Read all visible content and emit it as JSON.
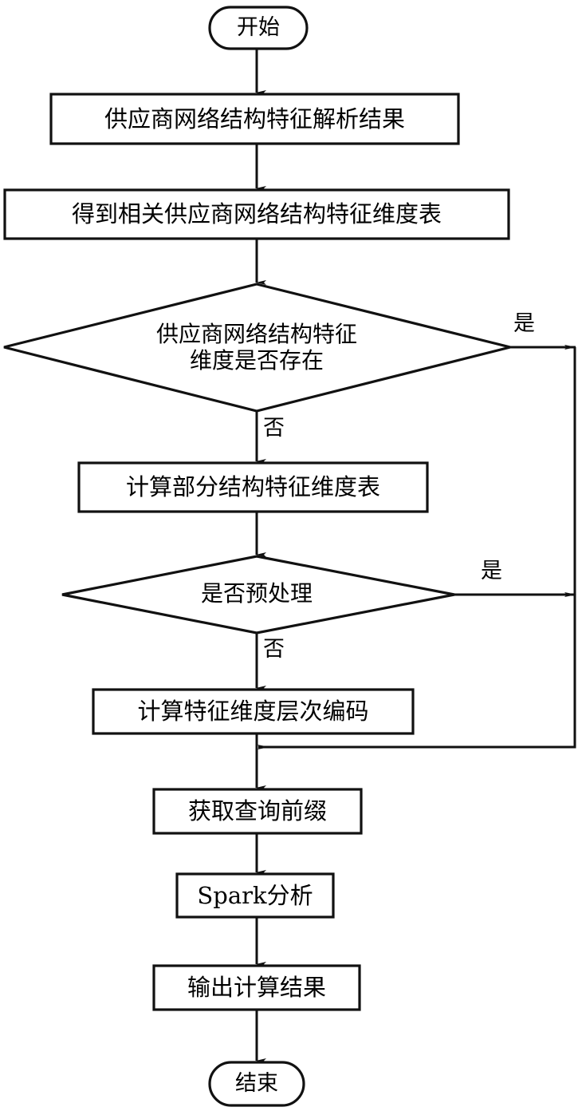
{
  "diagram": {
    "type": "flowchart",
    "orientation": "vertical",
    "language": "zh-CN",
    "stroke_color": "#111111",
    "fill_color": "#ffffff",
    "background_color": "#ffffff"
  },
  "nodes": {
    "start": {
      "label": "开始",
      "shape": "terminal"
    },
    "parse_result": {
      "label": "供应商网络结构特征解析结果",
      "shape": "process"
    },
    "dimension_table": {
      "label": "得到相关供应商网络结构特征维度表",
      "shape": "process"
    },
    "decision_dimension_exists": {
      "label": "供应商网络结构特征\n维度是否存在",
      "shape": "decision"
    },
    "partial_dimension_table": {
      "label": "计算部分结构特征维度表",
      "shape": "process"
    },
    "decision_preprocess": {
      "label": "是否预处理",
      "shape": "decision"
    },
    "level_encoding": {
      "label": "计算特征维度层次编码",
      "shape": "process"
    },
    "query_prefix": {
      "label": "获取查询前缀",
      "shape": "process"
    },
    "spark_analysis": {
      "label": "Spark分析",
      "shape": "process"
    },
    "output_result": {
      "label": "输出计算结果",
      "shape": "process"
    },
    "end": {
      "label": "结束",
      "shape": "terminal"
    }
  },
  "edge_labels": {
    "dimension_yes": "是",
    "dimension_no": "否",
    "preprocess_yes": "是",
    "preprocess_no": "否"
  },
  "edges": [
    {
      "from": "start",
      "to": "parse_result",
      "label": ""
    },
    {
      "from": "parse_result",
      "to": "dimension_table",
      "label": ""
    },
    {
      "from": "dimension_table",
      "to": "decision_dimension_exists",
      "label": ""
    },
    {
      "from": "decision_dimension_exists",
      "to": "partial_dimension_table",
      "label": "否"
    },
    {
      "from": "decision_dimension_exists",
      "to": "query_prefix",
      "label": "是"
    },
    {
      "from": "partial_dimension_table",
      "to": "decision_preprocess",
      "label": ""
    },
    {
      "from": "decision_preprocess",
      "to": "level_encoding",
      "label": "否"
    },
    {
      "from": "decision_preprocess",
      "to": "query_prefix",
      "label": "是"
    },
    {
      "from": "level_encoding",
      "to": "query_prefix",
      "label": ""
    },
    {
      "from": "query_prefix",
      "to": "spark_analysis",
      "label": ""
    },
    {
      "from": "spark_analysis",
      "to": "output_result",
      "label": ""
    },
    {
      "from": "output_result",
      "to": "end",
      "label": ""
    }
  ]
}
